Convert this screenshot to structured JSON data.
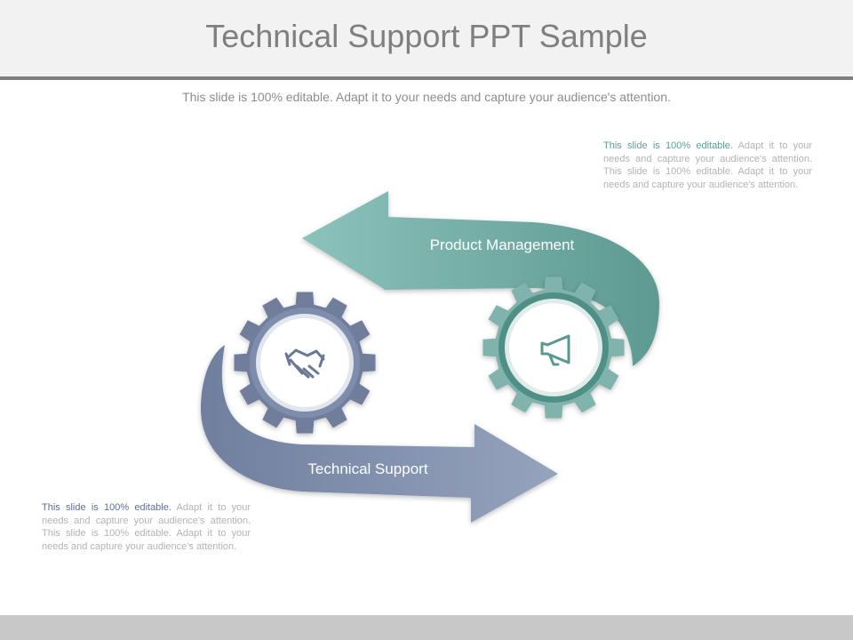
{
  "header": {
    "title": "Technical Support PPT Sample",
    "subtitle": "This slide is 100% editable. Adapt it to your needs and capture your audience's attention."
  },
  "notes": {
    "top_right": {
      "lead": "This slide is 100% editable.",
      "body": "Adapt it to your needs and capture your audience's attention. This slide is 100% editable. Adapt it to your needs and capture your audience's attention."
    },
    "bottom_left": {
      "lead": "This slide is 100% editable.",
      "body": "Adapt it to your needs and capture your audience's attention. This slide is 100% editable. Adapt it to your needs and capture your audience's attention."
    }
  },
  "diagram": {
    "top_arrow_label": "Product Management",
    "bottom_arrow_label": "Technical Support",
    "left_gear_icon": "handshake-icon",
    "right_gear_icon": "megaphone-icon"
  },
  "colors": {
    "teal": "#7fb8b0",
    "teal_dark": "#5a9990",
    "slate": "#7d8dab",
    "slate_dark": "#6a7896"
  }
}
